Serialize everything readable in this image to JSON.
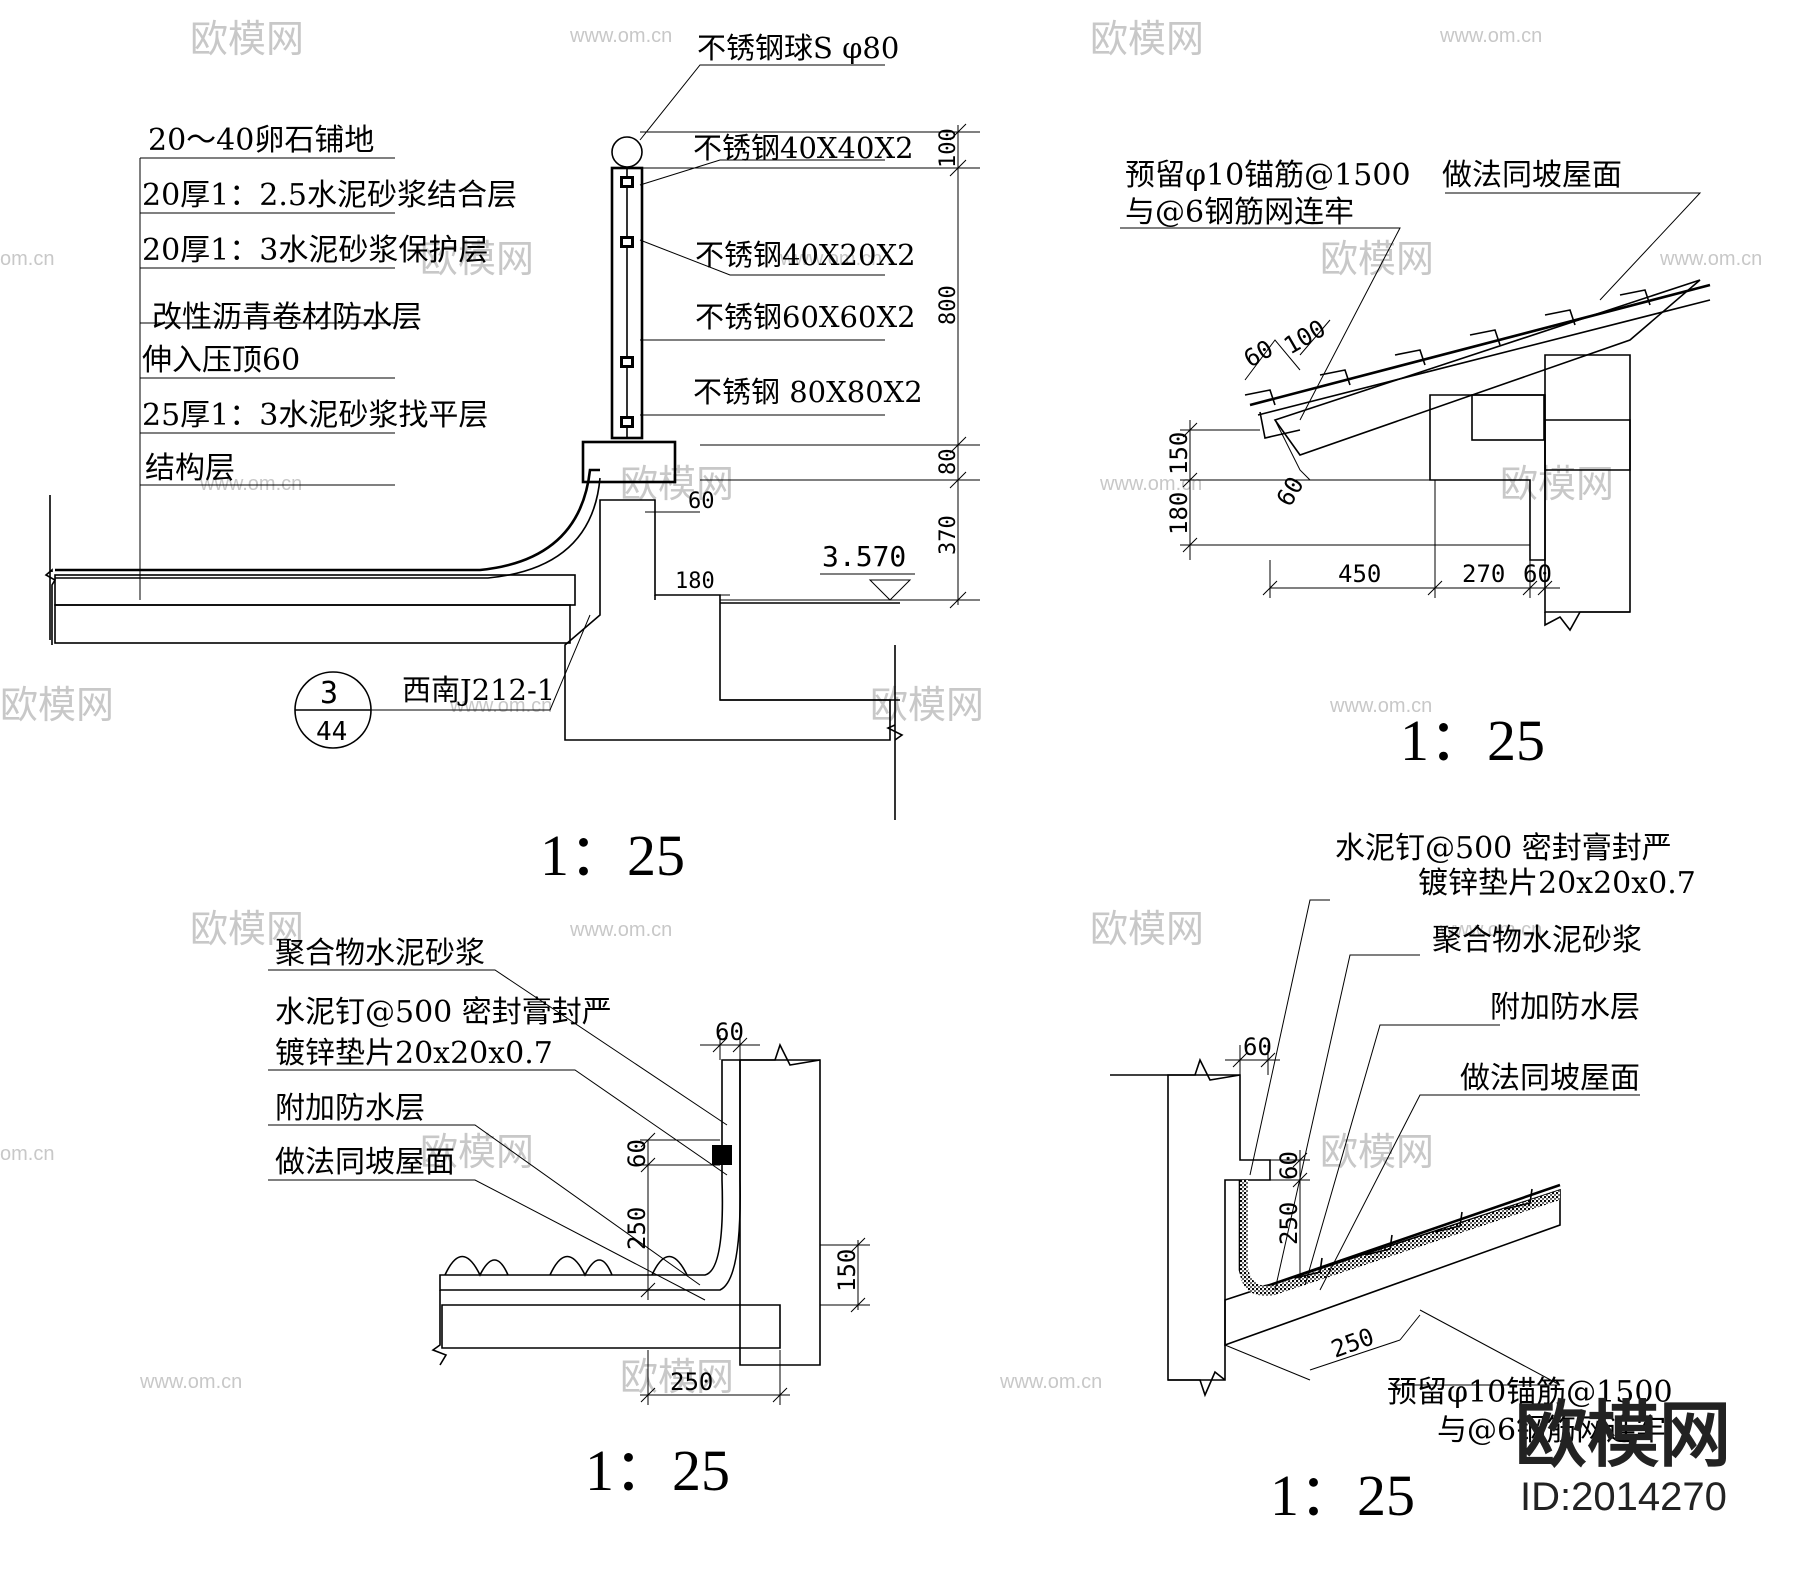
{
  "colors": {
    "line": "#000000",
    "watermark": "#c8c8c8",
    "background": "#ffffff"
  },
  "watermark": {
    "text": "欧模网",
    "url": "www.om.cn",
    "short": "om.cn"
  },
  "brand": {
    "logo_text": "欧模网",
    "id_text": "ID:2014270"
  },
  "details": {
    "parapet": {
      "labels": [
        "20～40卵石铺地",
        "20厚1：2.5水泥砂浆结合层",
        "20厚1：3水泥砂浆保护层",
        "改性沥青卷材防水层",
        "伸入压顶60",
        "25厚1：3水泥砂浆找平层",
        "结构层"
      ],
      "railing": [
        "不锈钢球S φ80",
        "不锈钢40X40X2",
        "不锈钢40X20X2",
        "不锈钢60X60X2",
        "不锈钢 80X80X2"
      ],
      "dims": [
        "100",
        "800",
        "80",
        "370",
        "60",
        "180"
      ],
      "elevation": "3.570",
      "ref_top": "3",
      "ref_bottom": "44",
      "ref_text": "西南J212-1",
      "scale": "1：25"
    },
    "eave": {
      "labels": [
        "预留φ10锚筋@1500",
        "与@6钢筋网连牢",
        "做法同坡屋面"
      ],
      "dims": [
        "60",
        "100",
        "150",
        "180",
        "450",
        "270",
        "60",
        "60"
      ],
      "scale": "1：25"
    },
    "flat_wall": {
      "labels": [
        "聚合物水泥砂浆",
        "水泥钉@500  密封膏封严",
        "镀锌垫片20x20x0.7",
        "附加防水层",
        "做法同坡屋面"
      ],
      "dims": [
        "60",
        "60",
        "250",
        "150",
        "250"
      ],
      "scale": "1：25"
    },
    "slope_wall": {
      "labels": [
        "水泥钉@500 密封膏封严",
        "镀锌垫片20x20x0.7",
        "聚合物水泥砂浆",
        "附加防水层",
        "做法同坡屋面",
        "预留φ10锚筋@1500",
        "与@6钢筋网连牢"
      ],
      "dims": [
        "60",
        "60",
        "250",
        "250"
      ],
      "scale": "1：25"
    }
  }
}
